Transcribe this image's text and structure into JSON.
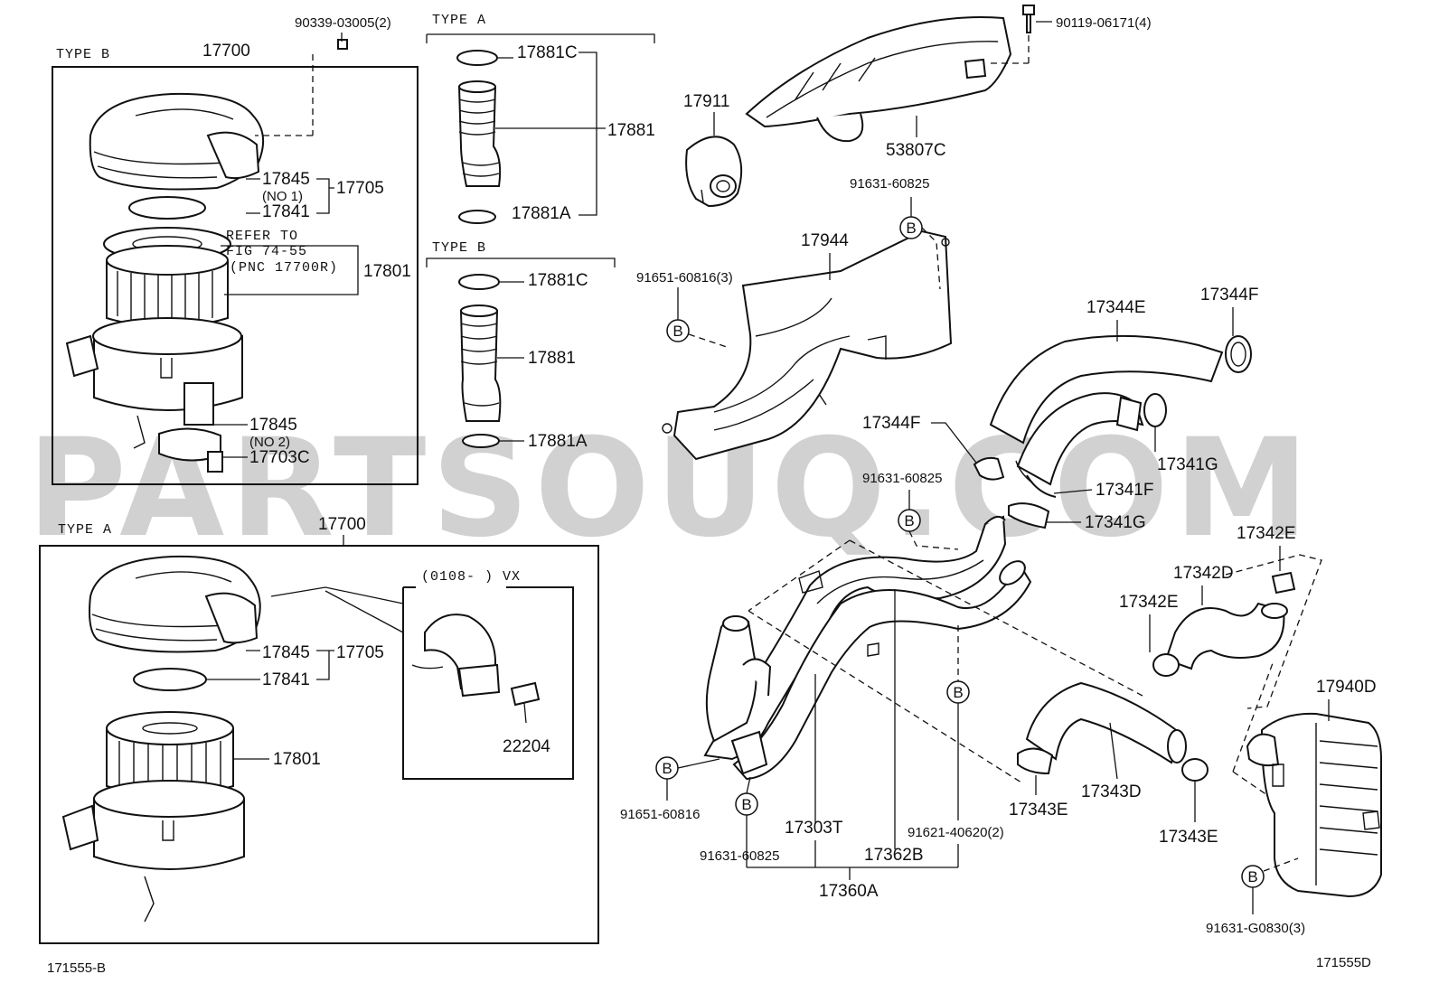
{
  "watermark": "PARTSOUQ.COM",
  "figure_codes": {
    "left": "171555-B",
    "right": "171555D"
  },
  "variants": {
    "type_b_upper": "TYPE B",
    "type_a_hose": "TYPE A",
    "type_b_hose": "TYPE B",
    "type_a_lower": "TYPE A",
    "vx_range": "(0108-        ) VX"
  },
  "refer_note": {
    "line1": "REFER TO",
    "line2": "FIG 74-55",
    "line3": "(PNC 17700R)"
  },
  "sub_notes": {
    "no1": "(NO 1)",
    "no2": "(NO 2)"
  },
  "callouts": {
    "c17700_b": "17700",
    "c90339": "90339-03005(2)",
    "c17845_b1": "17845",
    "c17705_b": "17705",
    "c17841_b": "17841",
    "c17801_b": "17801",
    "c17845_b2": "17845",
    "c17703C": "17703C",
    "c17881C_a": "17881C",
    "c17881_a": "17881",
    "c17881A_a": "17881A",
    "c17881C_b": "17881C",
    "c17881_b": "17881",
    "c17881A_b": "17881A",
    "c17700_a": "17700",
    "c17845_a": "17845",
    "c17705_a": "17705",
    "c17841_a": "17841",
    "c17801_a": "17801",
    "c22204": "22204",
    "c17911": "17911",
    "c90119": "90119-06171(4)",
    "c53807C": "53807C",
    "c91631_top": "91631-60825",
    "c17944": "17944",
    "c91651_3": "91651-60816(3)",
    "c17344E": "17344E",
    "c17344F_r": "17344F",
    "c17344F_l": "17344F",
    "c17341G_r": "17341G",
    "c91631_mid": "91631-60825",
    "c17341F": "17341F",
    "c17341G_l": "17341G",
    "c17342E_top": "17342E",
    "c17342D": "17342D",
    "c17342E_left": "17342E",
    "c17940D": "17940D",
    "c91651_bot": "91651-60816",
    "c91631_bot": "91631-60825",
    "c17303T": "17303T",
    "c17362B": "17362B",
    "c91621": "91621-40620(2)",
    "c17360A": "17360A",
    "c17343E_l": "17343E",
    "c17343D": "17343D",
    "c17343E_r": "17343E",
    "c91631_G": "91631-G0830(3)"
  },
  "bolt_marker": "B"
}
